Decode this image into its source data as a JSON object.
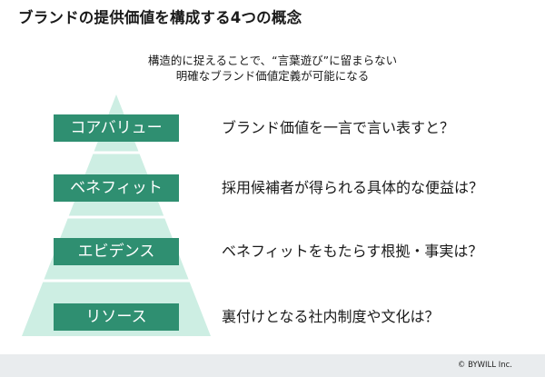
{
  "title": "ブランドの提供価値を構成する4つの概念",
  "subtitle": {
    "line1": "構造的に捉えることで、“言葉遊び”に留まらない",
    "line2": "明確なブランド価値定義が可能になる"
  },
  "layers": [
    {
      "label": "コアバリュー",
      "question": "ブランド価値を一言で言い表すと？"
    },
    {
      "label": "ベネフィット",
      "question": "採用候補者が得られる具体的な便益は？"
    },
    {
      "label": "エビデンス",
      "question": "ベネフィットをもたらす根拠・事実は？"
    },
    {
      "label": "リソース",
      "question": "裏付けとなる社内制度や文化は？"
    }
  ],
  "colors": {
    "pyramid_fill": "#cdeee3",
    "label_bg": "#2f8f71",
    "divider": "#ffffff",
    "footer_bg": "#e9ecee"
  },
  "footer": {
    "copyright": "© BYWILL Inc."
  }
}
